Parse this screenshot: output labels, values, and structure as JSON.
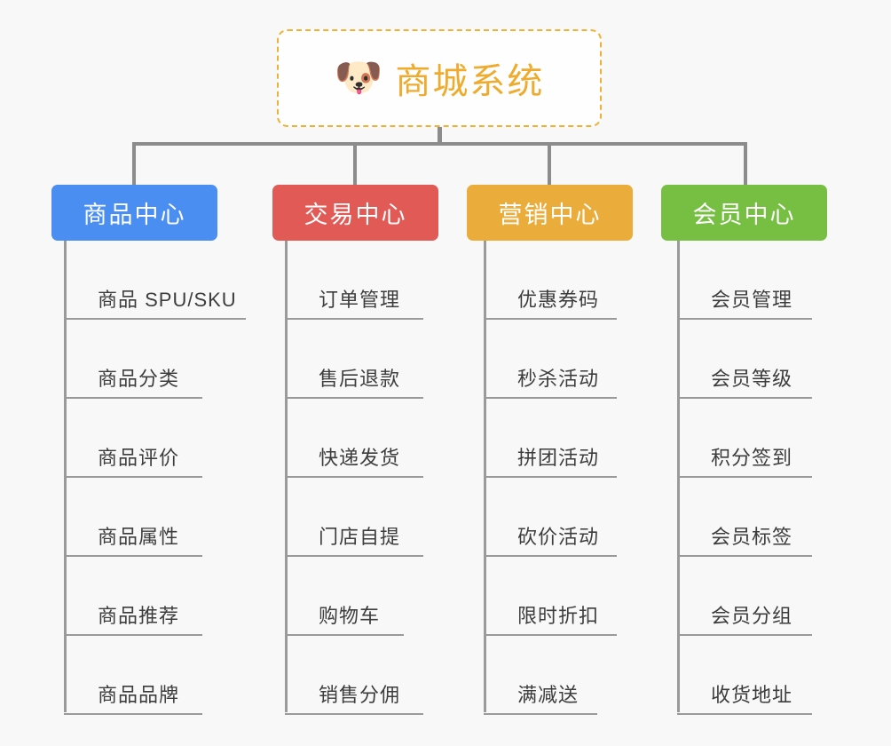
{
  "background_color": "#f8f8f8",
  "root": {
    "icon": "shiba-dog-face-emoji",
    "emoji": "🐶",
    "title": "商城系统",
    "border_color": "#efb135",
    "text_color": "#eeab2d"
  },
  "connector_color": "#8c8c8c",
  "leaf_line_color": "#9a9a9a",
  "columns": [
    {
      "id": "product-center",
      "label": "商品中心",
      "color": "#4a8ef1",
      "items": [
        "商品 SPU/SKU",
        "商品分类",
        "商品评价",
        "商品属性",
        "商品推荐",
        "商品品牌"
      ]
    },
    {
      "id": "trade-center",
      "label": "交易中心",
      "color": "#e25a56",
      "items": [
        "订单管理",
        "售后退款",
        "快递发货",
        "门店自提",
        "购物车",
        "销售分佣"
      ]
    },
    {
      "id": "marketing-center",
      "label": "营销中心",
      "color": "#eaad3c",
      "items": [
        "优惠券码",
        "秒杀活动",
        "拼团活动",
        "砍价活动",
        "限时折扣",
        "满减送"
      ]
    },
    {
      "id": "member-center",
      "label": "会员中心",
      "color": "#76bf42",
      "items": [
        "会员管理",
        "会员等级",
        "积分签到",
        "会员标签",
        "会员分组",
        "收货地址"
      ]
    }
  ]
}
